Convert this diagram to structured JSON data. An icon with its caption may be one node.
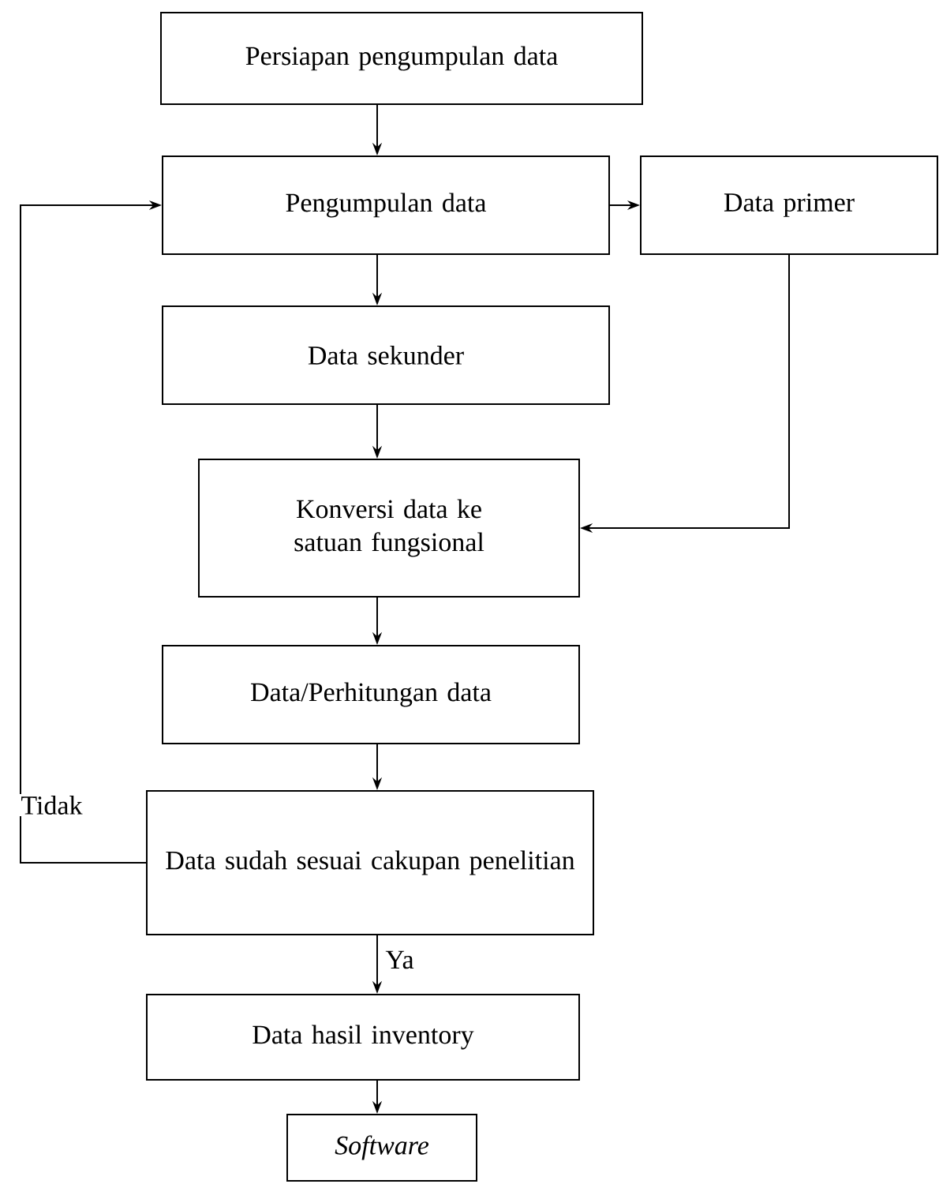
{
  "diagram": {
    "nodes": [
      {
        "text": [
          "Persiapan pengumpulan data"
        ]
      },
      {
        "text": [
          "Pengumpulan data"
        ]
      },
      {
        "text": [
          "Data primer"
        ]
      },
      {
        "text": [
          "Data sekunder"
        ]
      },
      {
        "text": [
          "Konversi data ke satuan fungsional"
        ]
      },
      {
        "text": [
          "Data/Perhitungan data"
        ]
      },
      {
        "text": [
          "Data sudah sesuai cakupan penelitian"
        ]
      },
      {
        "text": [
          "Data hasil inventory"
        ]
      },
      {
        "text": [
          "Software"
        ]
      }
    ],
    "edges": [
      {
        "from": 0,
        "to": 1,
        "arrow": "to"
      },
      {
        "from": 1,
        "to": 2,
        "arrow": "to"
      },
      {
        "from": 1,
        "to": 3,
        "arrow": "to"
      },
      {
        "from": 3,
        "to": 4,
        "arrow": "to"
      },
      {
        "from": 2,
        "to": 4,
        "arrow": "to"
      },
      {
        "from": 4,
        "to": 5,
        "arrow": "to"
      },
      {
        "from": 5,
        "to": 6,
        "arrow": "to"
      },
      {
        "from": 6,
        "to": 1,
        "arrow": "to",
        "label": "Tidak"
      },
      {
        "from": 6,
        "to": 7,
        "arrow": "to",
        "label": "Ya"
      },
      {
        "from": 7,
        "to": 8,
        "arrow": "to"
      }
    ]
  }
}
